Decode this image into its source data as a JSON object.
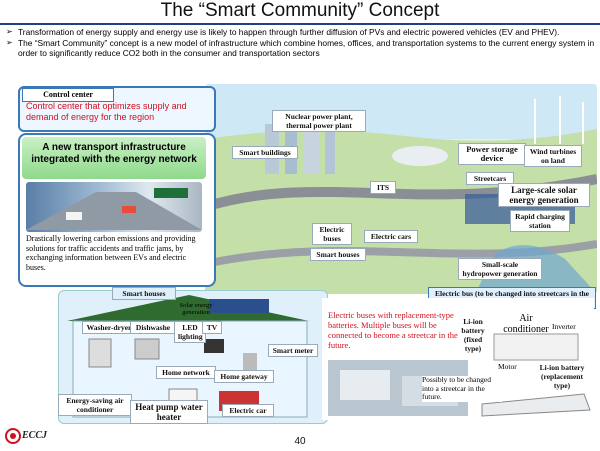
{
  "slide": {
    "title": "The “Smart Community” Concept",
    "bullets": [
      "Transformation of energy supply and energy use is likely to happen through further diffusion of PVs and electric powered vehicles (EV and PHEV).",
      "The “Smart Community” concept is a new model of infrastructure which combine homes, offices, and transportation systems to the current energy system in order to significantly reduce CO2 both in the consumer and transportation sectors"
    ],
    "page_number": "40",
    "logo_text": "ECCJ"
  },
  "control_center": {
    "heading": "Control center",
    "text": "Control center that optimizes supply and demand of energy for the region"
  },
  "transport": {
    "heading": "A new transport infrastructure integrated with the energy network",
    "text": "Drastically lowering carbon emissions and providing solutions for traffic accidents and traffic jams, by exchanging information between EVs and electric buses."
  },
  "city": {
    "nuclear": "Nuclear power plant, thermal power plant",
    "smart_buildings": "Smart buildings",
    "power_storage": "Power storage device",
    "wind": "Wind turbines on land",
    "streetcars": "Streetcars",
    "its": "ITS",
    "solar": "Large-scale solar energy generation",
    "charging": "Rapid charging station",
    "electric_buses": "Electric buses",
    "electric_cars": "Electric cars",
    "smart_houses": "Smart houses",
    "hydro": "Small-scale hydropower generation",
    "electric_bus": "Electric bus (to be changed into streetcars in the future)"
  },
  "house": {
    "heading": "Smart houses",
    "solar": "Solar energy generation",
    "washer": "Washer-dryer",
    "dishwasher": "Dishwashe",
    "led": "LED lighting",
    "tv": "TV",
    "smart_meter": "Smart meter",
    "home_network": "Home network",
    "home_gateway": "Home gateway",
    "aircon": "Energy-saving air conditioner",
    "heat_pump": "Heat pump water heater",
    "electric_car": "Electric car"
  },
  "bus": {
    "text": "Electric buses with replacement-type batteries. Multiple buses will be connected to become a streetcar in the future.",
    "liion": "Li-ion battery (fixed type)",
    "air": "Air conditioner",
    "inverter": "Inverter",
    "motor": "Motor",
    "liion_replace": "Li-ion battery (replacement type)",
    "future": "Possibly to be changed into a streetcar in the future."
  },
  "colors": {
    "accent": "#3c78b8",
    "red": "#d0101e",
    "green": "#8fd98c",
    "title_rule": "#1f3f8a"
  }
}
